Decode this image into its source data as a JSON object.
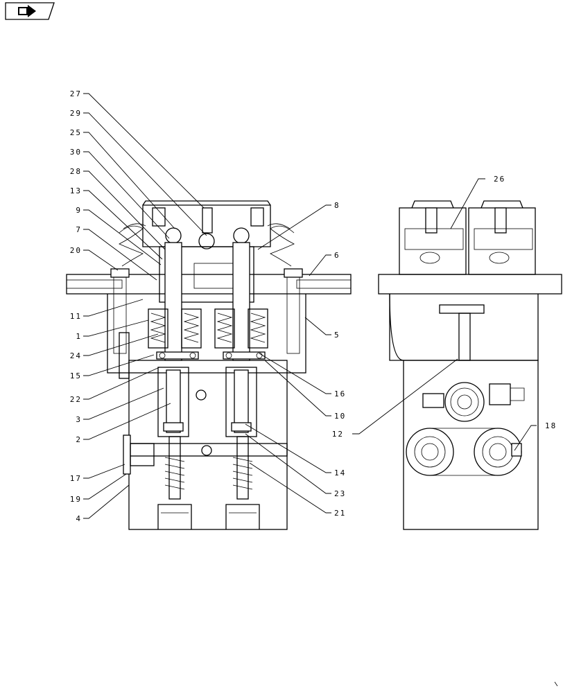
{
  "nav": {
    "icon": "page-back-icon"
  },
  "left_callouts": [
    {
      "num": "27"
    },
    {
      "num": "29"
    },
    {
      "num": "25"
    },
    {
      "num": "30"
    },
    {
      "num": "28"
    },
    {
      "num": "13"
    },
    {
      "num": "9"
    },
    {
      "num": "7"
    },
    {
      "num": "20"
    },
    {
      "num": "11"
    },
    {
      "num": "1"
    },
    {
      "num": "24"
    },
    {
      "num": "15"
    },
    {
      "num": "22"
    },
    {
      "num": "3"
    },
    {
      "num": "2"
    },
    {
      "num": "17"
    },
    {
      "num": "19"
    },
    {
      "num": "4"
    }
  ],
  "right_callouts": [
    {
      "num": "8"
    },
    {
      "num": "6"
    },
    {
      "num": "5"
    },
    {
      "num": "16"
    },
    {
      "num": "10"
    },
    {
      "num": "14"
    },
    {
      "num": "23"
    },
    {
      "num": "21"
    }
  ],
  "view2_callouts": [
    {
      "num": "26"
    },
    {
      "num": "12"
    },
    {
      "num": "18"
    }
  ]
}
